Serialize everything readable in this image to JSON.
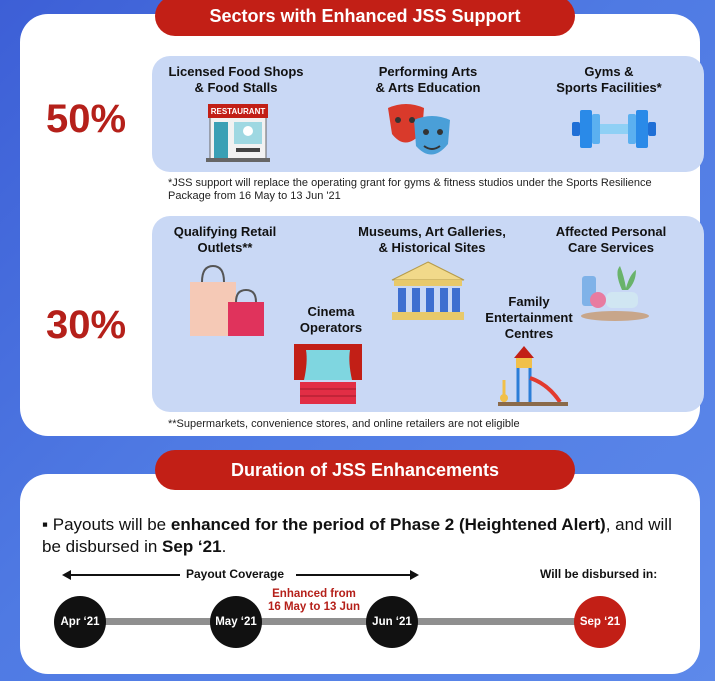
{
  "top_section": {
    "title": "Sectors with Enhanced JSS  Support",
    "tier_50": {
      "percent": "50%",
      "sectors": [
        {
          "name": "Licensed Food Shops\n& Food Stalls",
          "icon": "restaurant-icon"
        },
        {
          "name": "Performing Arts\n& Arts Education",
          "icon": "theatre-masks-icon"
        },
        {
          "name": "Gyms &\nSports Facilities*",
          "icon": "dumbbell-icon"
        }
      ],
      "footnote": "*JSS support will replace the operating grant for gyms & fitness studios under the Sports Resilience Package from 16 May to 13 Jun '21"
    },
    "tier_30": {
      "percent": "30%",
      "sectors": [
        {
          "name": "Qualifying Retail\nOutlets**",
          "icon": "shopping-bags-icon"
        },
        {
          "name": "Museums, Art Galleries,\n& Historical Sites",
          "icon": "museum-icon"
        },
        {
          "name": "Affected Personal\nCare Services",
          "icon": "spa-icon"
        },
        {
          "name": "Cinema\nOperators",
          "icon": "cinema-icon"
        },
        {
          "name": "Family\nEntertainment\nCentres",
          "icon": "playground-icon"
        }
      ],
      "footnote": "**Supermarkets, convenience stores, and online retailers are not eligible"
    }
  },
  "bottom_section": {
    "title": "Duration of JSS Enhancements",
    "bullet_prefix": "Payouts will be ",
    "bullet_bold": "enhanced for the period of Phase 2 (Heightened Alert)",
    "bullet_mid": ", and will be disbursed in ",
    "bullet_bold2": "Sep ‘21",
    "bullet_end": ".",
    "coverage_label": "Payout Coverage",
    "disbursed_label": "Will be disbursed in:",
    "enhanced_label": "Enhanced from\n16 May to 13 Jun",
    "nodes": [
      "Apr ‘21",
      "May ‘21",
      "Jun ‘21",
      "Sep ‘21"
    ],
    "colors": {
      "accent": "#c21f16",
      "node": "#111111"
    }
  }
}
